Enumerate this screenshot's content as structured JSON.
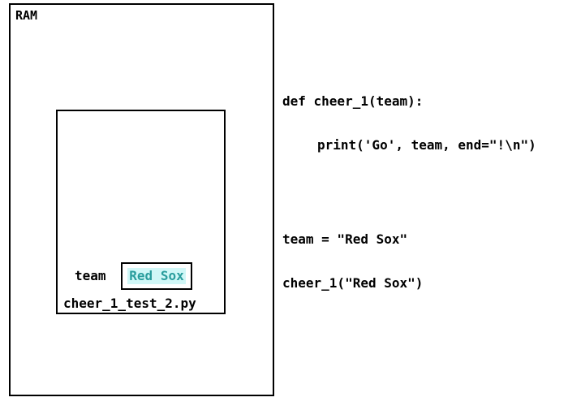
{
  "memory": {
    "title": "RAM",
    "frame": {
      "label": "cheer_1_test_2.py",
      "variables": [
        {
          "name": "team",
          "value": "Red Sox"
        }
      ]
    }
  },
  "code": {
    "function_def": "def cheer_1(team):",
    "function_body": "print('Go', team, end=\"!\\n\")",
    "assignment": "team = \"Red Sox\"",
    "call": "cheer_1(\"Red Sox\")"
  },
  "colors": {
    "value_text": "#2a9d9d",
    "value_highlight": "#d0f7f7",
    "border": "#000000"
  }
}
